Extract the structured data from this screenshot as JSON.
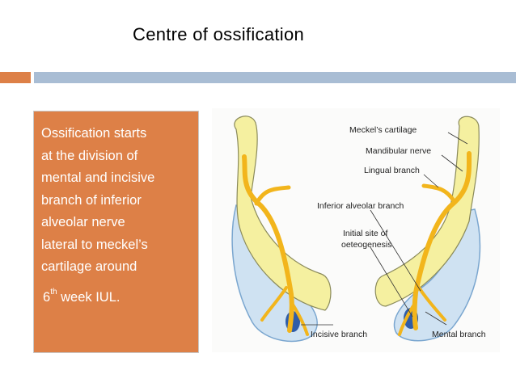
{
  "slide": {
    "title": "Centre of ossification",
    "colors": {
      "accent_orange": "#dd8047",
      "accent_blue": "#a9bdd4"
    }
  },
  "textbox": {
    "lines": [
      "Ossification starts",
      "at the division of",
      "mental and incisive",
      "branch of inferior",
      "alveolar nerve",
      "lateral to meckel’s",
      "cartilage around"
    ],
    "week_number": "6",
    "week_suffix": "th",
    "week_rest": " week IUL."
  },
  "diagram": {
    "labels": {
      "meckels_cartilage": "Meckel’s cartilage",
      "mandibular_nerve": "Mandibular nerve",
      "lingual_branch": "Lingual branch",
      "inferior_alveolar_branch": "Inferior alveolar branch",
      "initial_site_line1": "Initial site of",
      "initial_site_line2": "oeteogenesis",
      "incisive_branch": "Incisive branch",
      "mental_branch": "Mental branch"
    }
  }
}
